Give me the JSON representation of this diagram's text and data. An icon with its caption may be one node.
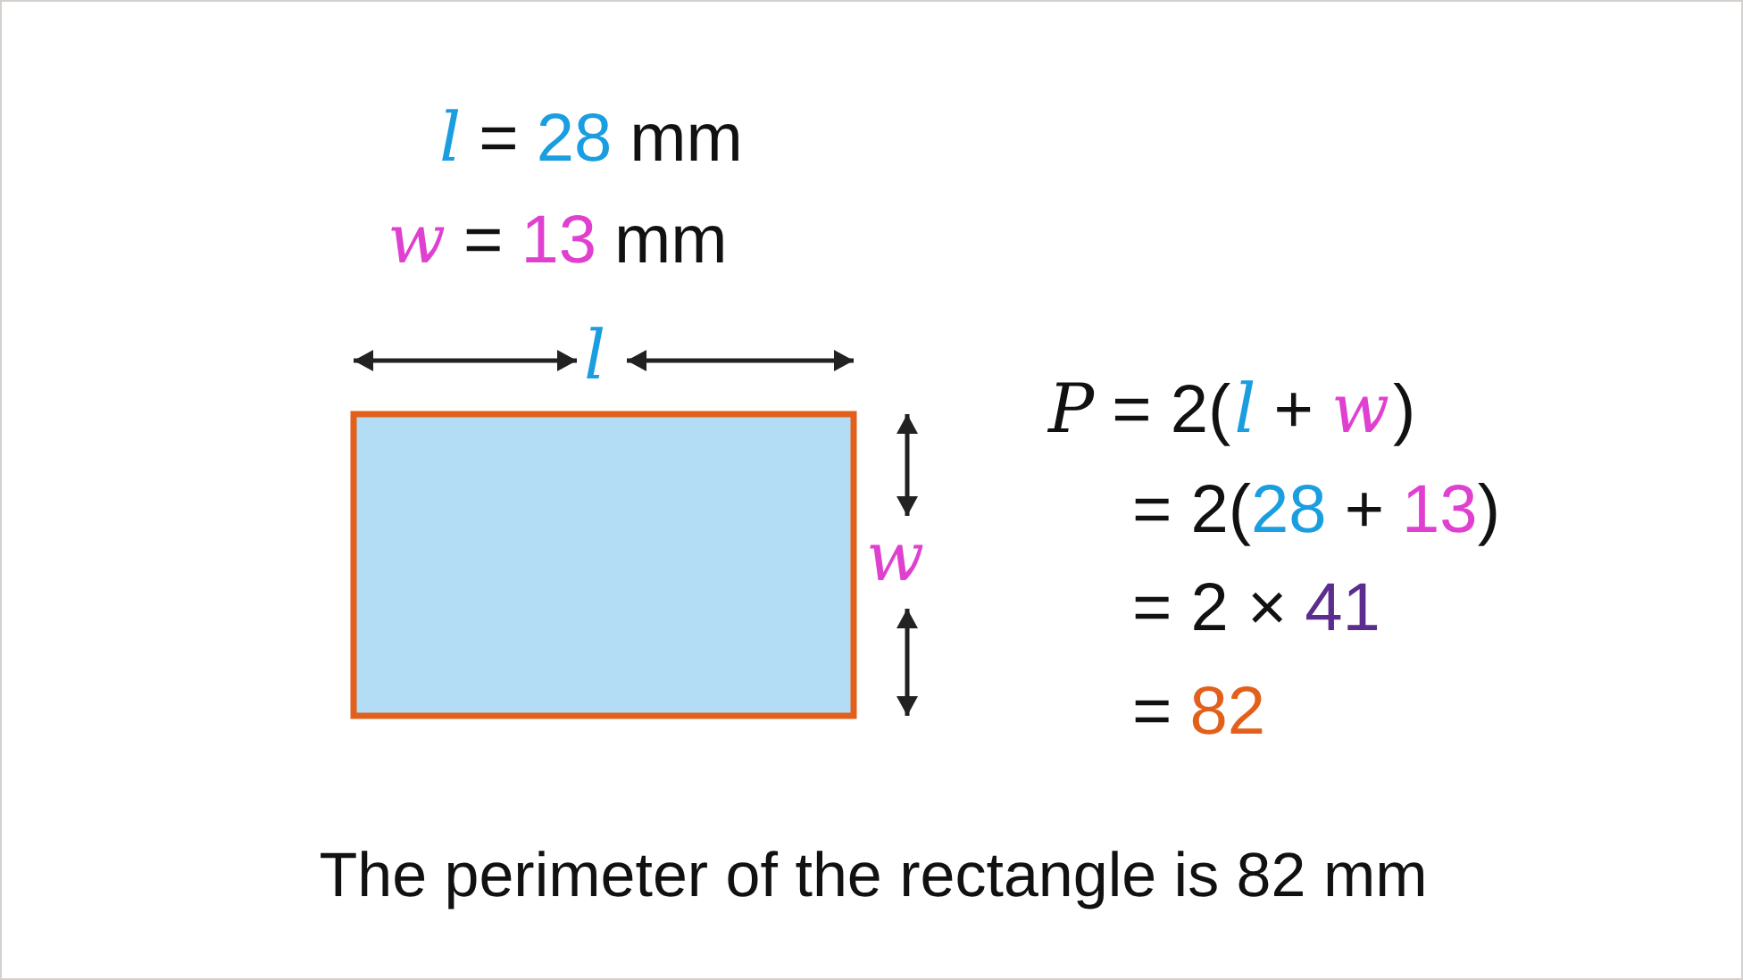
{
  "diagram": {
    "nodes": [
      {
        "text": [],
        "shape": "box"
      }
    ],
    "labels": [
      "l",
      "=",
      "28",
      "mm",
      "w",
      "=",
      "13",
      "mm",
      "l",
      "w",
      "P",
      "= 2(",
      "l",
      "+",
      "w",
      ")",
      "= 2(",
      "28",
      "+",
      "13",
      ")",
      "= 2 ×",
      "41",
      "=",
      "82",
      "The perimeter of the rectangle is 82 mm"
    ]
  }
}
